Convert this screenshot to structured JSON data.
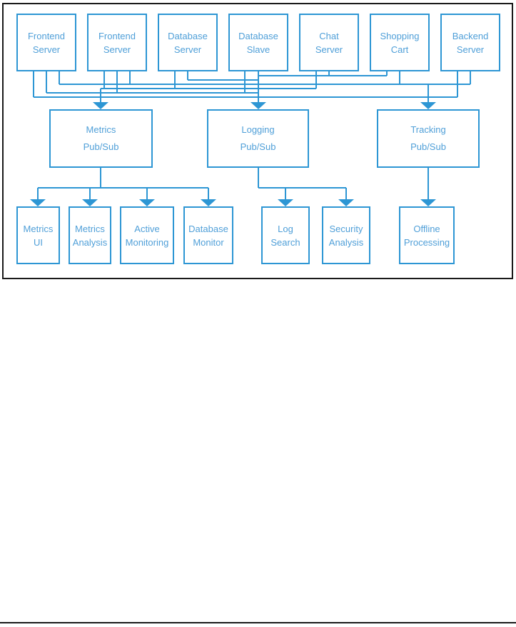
{
  "colors": {
    "line": "#2d96d4",
    "text": "#4f9fd8",
    "frame": "#1a1a1a"
  },
  "nodes": {
    "frontend1": {
      "label": "Frontend\nServer"
    },
    "frontend2": {
      "label": "Frontend\nServer"
    },
    "dbserver": {
      "label": "Database\nServer"
    },
    "dbslave": {
      "label": "Database\nSlave"
    },
    "chat": {
      "label": "Chat\nServer"
    },
    "cart": {
      "label": "Shopping\nCart"
    },
    "backend": {
      "label": "Backend\nServer"
    },
    "metrics_pubsub": {
      "label": "Metrics\nPub/Sub"
    },
    "logging_pubsub": {
      "label": "Logging\nPub/Sub"
    },
    "tracking_pubsub": {
      "label": "Tracking\nPub/Sub"
    },
    "metrics_ui": {
      "label": "Metrics\nUI"
    },
    "metrics_analysis": {
      "label": "Metrics\nAnalysis"
    },
    "active_monitoring": {
      "label": "Active\nMonitoring"
    },
    "db_monitor": {
      "label": "Database\nMonitor"
    },
    "log_search": {
      "label": "Log\nSearch"
    },
    "security_analysis": {
      "label": "Security\nAnalysis"
    },
    "offline_processing": {
      "label": "Offline\nProcessing"
    }
  },
  "edges": {
    "publishers_to_metrics": [
      "Frontend Server",
      "Frontend Server",
      "Database Server",
      "Database Slave",
      "Chat Server"
    ],
    "publishers_to_logging": [
      "Frontend Server",
      "Frontend Server",
      "Database Server",
      "Database Slave",
      "Chat Server",
      "Shopping Cart",
      "Backend Server"
    ],
    "publishers_to_tracking": [
      "Frontend Server",
      "Frontend Server",
      "Shopping Cart",
      "Backend Server"
    ],
    "metrics_subscribers": [
      "Metrics UI",
      "Metrics Analysis",
      "Active Monitoring",
      "Database Monitor"
    ],
    "logging_subscribers": [
      "Log Search",
      "Security Analysis"
    ],
    "tracking_subscribers": [
      "Offline Processing"
    ]
  }
}
